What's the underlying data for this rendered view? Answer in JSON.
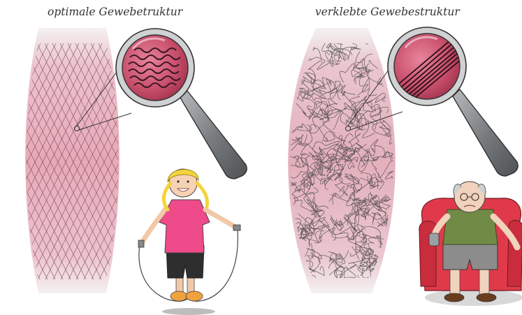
{
  "captions": {
    "left": "optimale Gewebetruktur",
    "right": "verklebte Gewebestruktur"
  },
  "colors": {
    "tissue_pink": "#e6a9b8",
    "tissue_pink_light": "#f6dde3",
    "tissue_fade": "#f3f0ef",
    "mesh_line": "#7a3a50",
    "magnifier_lens": "#c94a6a",
    "magnifier_handle": "#7a7d80",
    "fiber_dark": "#2b2b2b"
  },
  "figures": {
    "left_person": "girl-skipping-rope",
    "right_person": "old-man-armchair"
  }
}
